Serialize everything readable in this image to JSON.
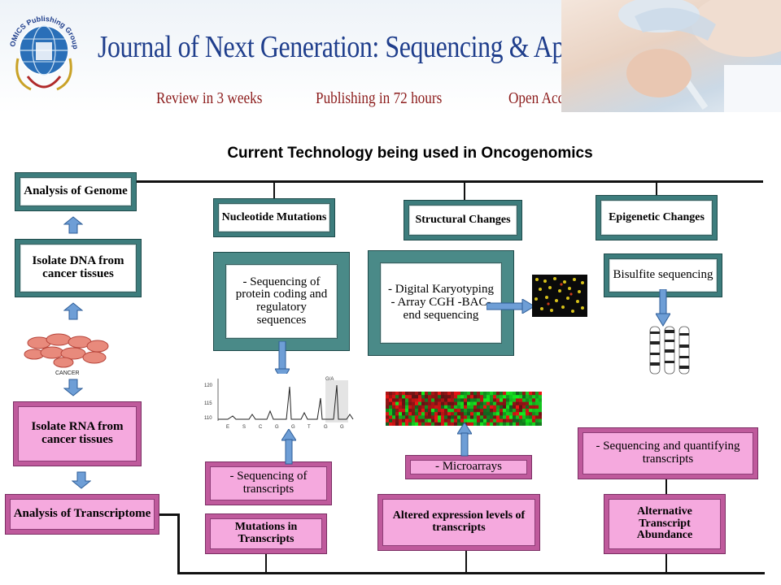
{
  "banner": {
    "publisher_logo_text": "OMICS Publishing Group",
    "journal_title": "Journal of Next Generation: Sequencing & Applications",
    "taglines": [
      "Review in 3 weeks",
      "Publishing in 72 hours",
      "Open Access"
    ]
  },
  "diagram": {
    "title": "Current Technology being used in Oncogenomics",
    "left_column": {
      "analysis_genome": "Analysis of Genome",
      "isolate_dna": "Isolate DNA from cancer tissues",
      "cancer_label": "CANCER",
      "isolate_rna": "Isolate RNA from cancer tissues",
      "analysis_transcriptome": "Analysis of Transcriptome"
    },
    "genome_branches": {
      "nucleotide": {
        "header": "Nucleotide Mutations",
        "detail": "- Sequencing of protein coding and regulatory sequences"
      },
      "structural": {
        "header": "Structural Changes",
        "detail": "- Digital Karyotyping - Array CGH -BAC-end sequencing"
      },
      "epigenetic": {
        "header": "Epigenetic Changes",
        "detail": "Bisulfite sequencing"
      }
    },
    "transcriptome_branches": {
      "mutations": {
        "method": "- Sequencing of transcripts",
        "result": "Mutations in Transcripts"
      },
      "expression": {
        "method": "- Microarrays",
        "result": "Altered expression levels of transcripts"
      },
      "abundance": {
        "method": "- Sequencing and quantifying transcripts",
        "result": "Alternative Transcript Abundance"
      }
    },
    "chromatogram": {
      "annotation": "G/A",
      "y_ticks": [
        "120",
        "115",
        "110"
      ],
      "bases": [
        "E",
        "S",
        "C",
        "G",
        "G",
        "T",
        "G",
        "G"
      ]
    }
  },
  "colors": {
    "genome_box": "#3d7d7d",
    "transcriptome_box": "#f5a9de",
    "arrow_blue": "#6e9ed6"
  }
}
